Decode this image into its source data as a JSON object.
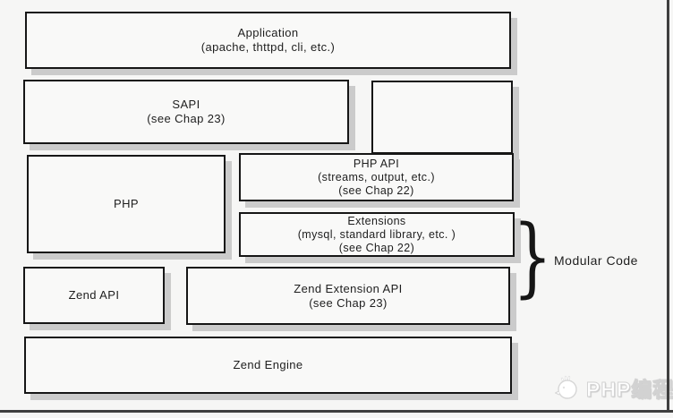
{
  "diagram": {
    "boxes": {
      "application": {
        "title": "Application",
        "subtitle": "(apache, thttpd, cli, etc.)"
      },
      "sapi": {
        "title": "SAPI",
        "subtitle": "(see Chap 23)"
      },
      "php": {
        "title": "PHP"
      },
      "php_api": {
        "title": "PHP API",
        "subtitle": "(streams, output, etc.)",
        "note": "(see Chap 22)"
      },
      "extensions": {
        "title": "Extensions",
        "subtitle": "(mysql, standard library, etc. )",
        "note": "(see Chap 22)"
      },
      "zend_api": {
        "title": "Zend API"
      },
      "zend_extension_api": {
        "title": "Zend Extension API",
        "subtitle": "(see Chap 23)"
      },
      "zend_engine": {
        "title": "Zend Engine"
      }
    },
    "annotation": {
      "brace": "}",
      "label": "Modular Code"
    },
    "watermark": {
      "text": "PHP编程",
      "logo_icon": "rooster-logo-icon"
    },
    "colors": {
      "background": "#f6f6f5",
      "box_fill": "#f9f9f8",
      "box_border": "#161616",
      "box_shadow": "#cbcbcb",
      "frame_edge": "#3f3f3f",
      "text": "#1e1e1e",
      "watermark_text": "#ffffff"
    }
  }
}
